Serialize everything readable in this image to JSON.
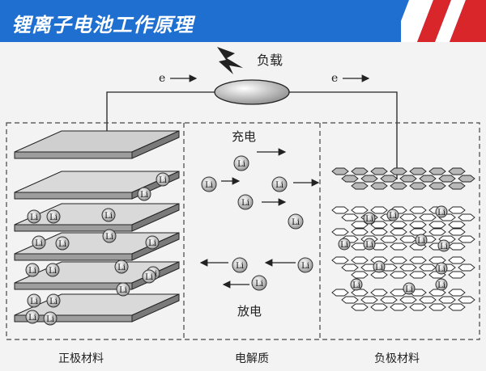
{
  "header": {
    "title": "锂离子电池工作原理",
    "accent_colors": [
      "#1f6fd0",
      "#d9262b",
      "#ffffff"
    ]
  },
  "diagram": {
    "load_label": "负载",
    "electron_label": "e",
    "charge_label": "充电",
    "discharge_label": "放电",
    "ion_label": "Li",
    "regions": {
      "positive": "正极材料",
      "electrolyte": "电解质",
      "negative": "负极材料"
    }
  }
}
